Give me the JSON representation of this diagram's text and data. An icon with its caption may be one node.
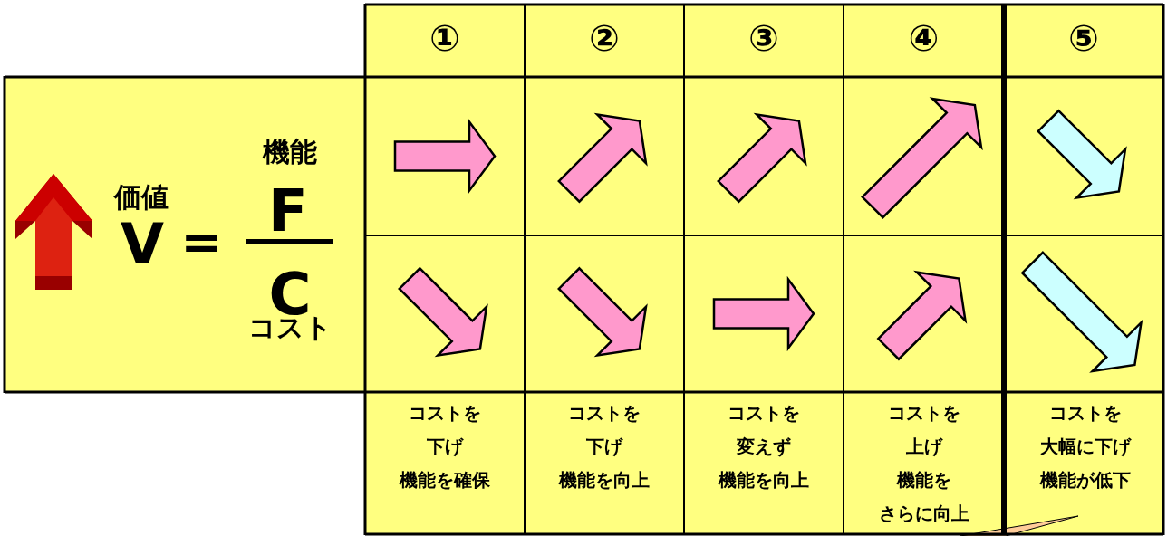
{
  "diagram": {
    "nodes": [
      {
        "text": [],
        "shape": "callout"
      }
    ],
    "labels": [
      "①",
      "②",
      "③",
      "④",
      "⑤",
      "価値",
      "V",
      "=",
      "機能",
      "F",
      "C",
      "コスト",
      "コストを下げ機能を確保",
      "コストを下げ機能を向上",
      "コストを変えず機能を向上",
      "コストを上げ機能をさらに向上",
      "コストを大幅に下げ機能が低下"
    ]
  }
}
